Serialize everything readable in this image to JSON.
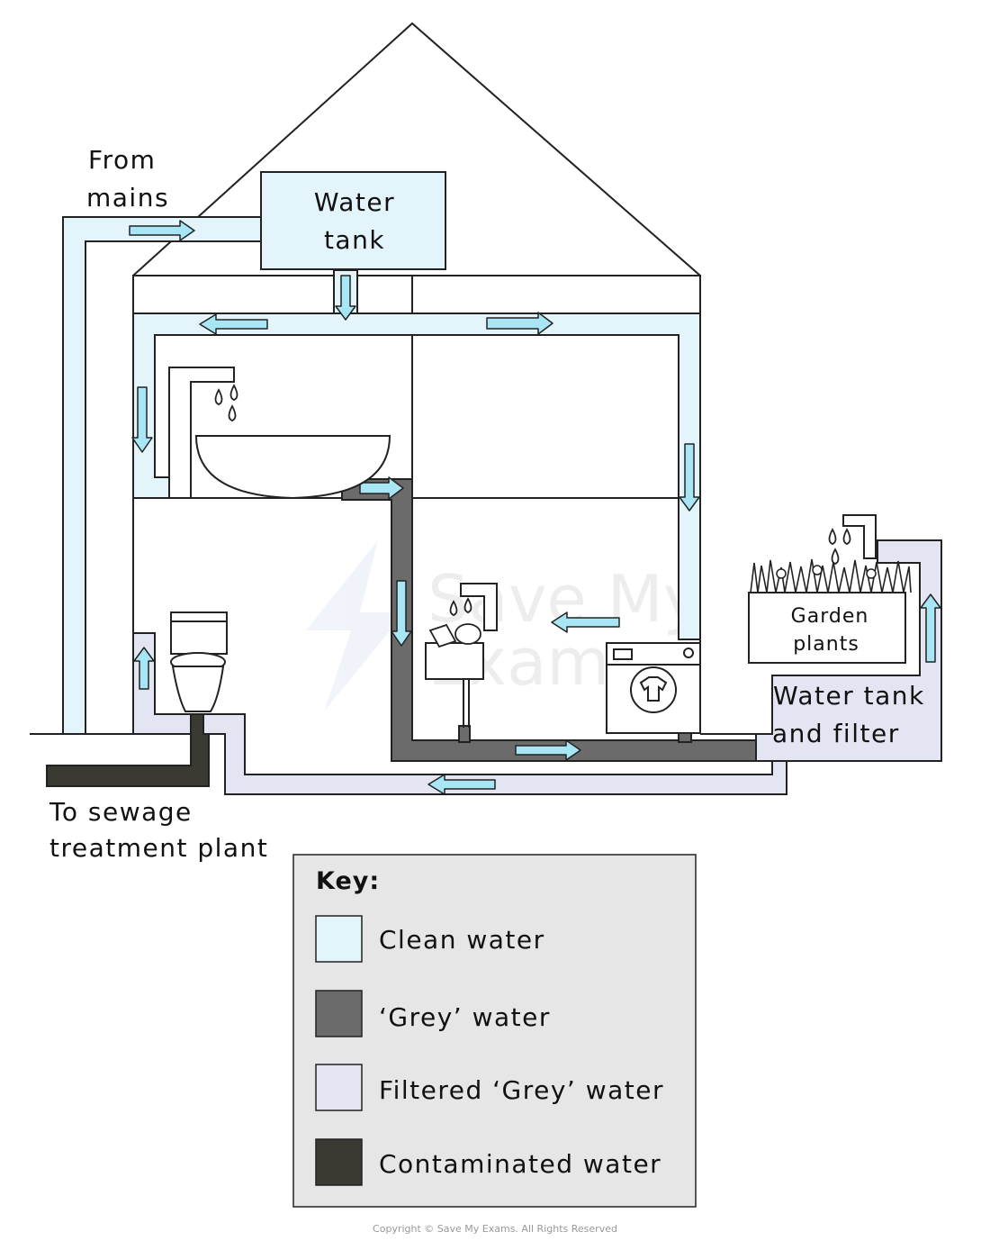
{
  "labels": {
    "from_mains": [
      "From",
      "mains"
    ],
    "water_tank": [
      "Water",
      "tank"
    ],
    "garden_plants": [
      "Garden",
      "plants"
    ],
    "water_tank_filter": [
      "Water tank",
      "and filter"
    ],
    "sewage": [
      "To sewage",
      "treatment plant"
    ]
  },
  "key": {
    "title": "Key:",
    "items": [
      {
        "label": "Clean water",
        "color": "#e3f4fb"
      },
      {
        "label": "‘Grey’ water",
        "color": "#6b6b6b"
      },
      {
        "label": "Filtered ‘Grey’ water",
        "color": "#e3e5f3"
      },
      {
        "label": "Contaminated water",
        "color": "#3a3a32"
      }
    ]
  },
  "watermark": [
    "Save My",
    "Exams"
  ],
  "copyright": "Copyright © Save My Exams. All Rights Reserved",
  "colors": {
    "clean": "#e3f4fb",
    "grey": "#6b6b6b",
    "filtered": "#e3e5f3",
    "contaminated": "#3a3a32",
    "arrow": "#a8e6f5",
    "key_bg": "#e6e6e6"
  }
}
